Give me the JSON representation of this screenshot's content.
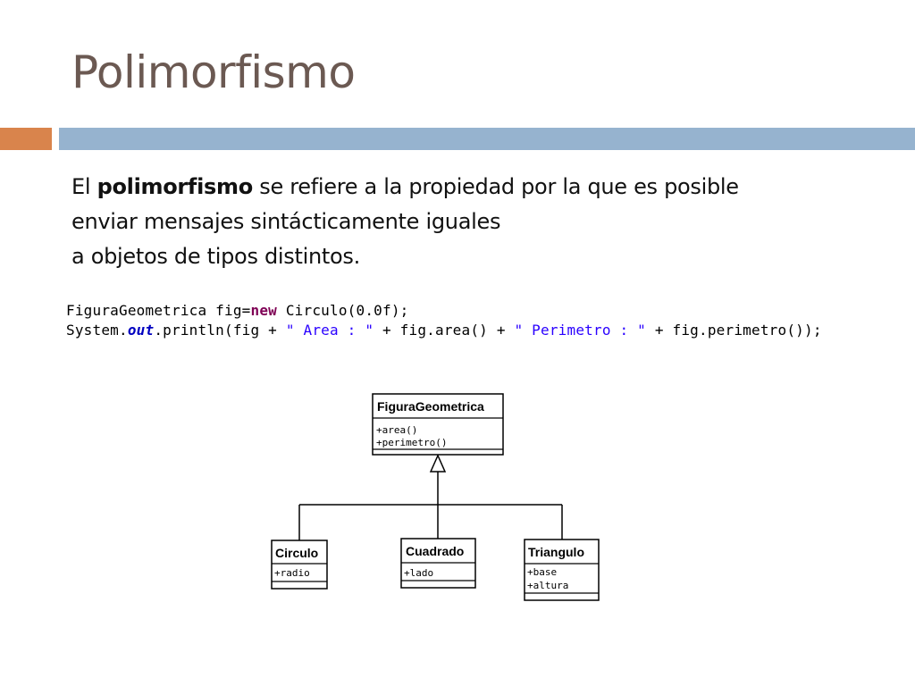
{
  "slide": {
    "title": "Polimorfismo",
    "accent_colors": {
      "orange": "#d9844c",
      "blue": "#96b3cf",
      "title": "#6b5952"
    }
  },
  "paragraph": {
    "line1_prefix": "El",
    "line1_bold": "polimorfismo",
    "line1_rest": "se refiere a la propiedad por la que es posible",
    "line2_words": [
      "enviar",
      "mensajes",
      "sintácticamente",
      "iguales"
    ],
    "line3": "a objetos de tipos distintos."
  },
  "code": {
    "line1": {
      "type": "FiguraGeometrica ",
      "var": "fig",
      "assign": "=",
      "kw": "new",
      "rest": " Circulo(0.0f);"
    },
    "line2": {
      "p1": "System.",
      "field": "out",
      "p2": ".println(fig + ",
      "s1": "\" Area : \"",
      "p3": " + fig.area() + ",
      "s2": "\" Perimetro : \"",
      "p4": " + fig.perimetro());"
    }
  },
  "uml": {
    "parent": {
      "name": "FiguraGeometrica",
      "members": [
        "+area()",
        "+perimetro()"
      ]
    },
    "children": [
      {
        "name": "Circulo",
        "members": [
          "+radio"
        ]
      },
      {
        "name": "Cuadrado",
        "members": [
          "+lado"
        ]
      },
      {
        "name": "Triangulo",
        "members": [
          "+base",
          "+altura"
        ]
      }
    ]
  }
}
